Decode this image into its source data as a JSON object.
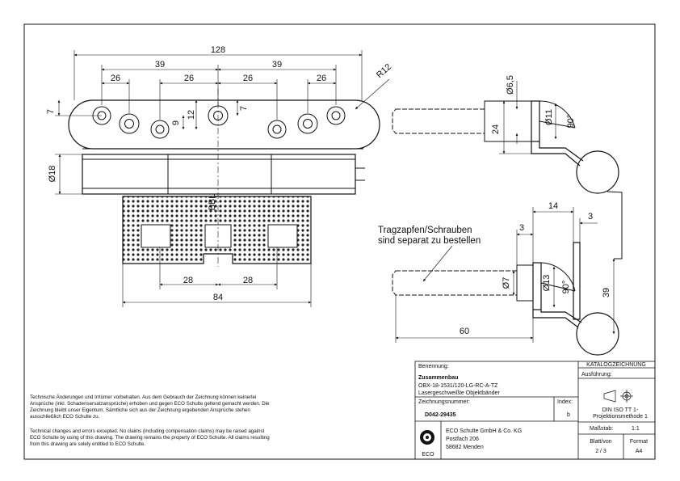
{
  "dims": {
    "total_length": "128",
    "half_left": "39",
    "half_right": "39",
    "pitch_1": "26",
    "pitch_2": "26",
    "pitch_3": "26",
    "pitch_4": "26",
    "radius": "R12",
    "left_offset": "7",
    "hole_offset_a": "9",
    "hole_offset_b": "12",
    "hole_offset_c": "7",
    "barrel_dia": "Ø18",
    "bbl": "BBL",
    "plate_slot_left": "28",
    "plate_slot_right": "28",
    "plate_width": "84",
    "side_hole_dia": "Ø6,5",
    "side_counterbore": "Ø11",
    "side_angle": "90°",
    "side_height": "24",
    "lower_gap_top": "14",
    "lower_thickness_l": "3",
    "lower_thickness_r": "3",
    "lower_pin_dia": "Ø7",
    "lower_counterbore": "Ø13",
    "lower_angle": "90°",
    "lower_height": "39",
    "lower_length": "60"
  },
  "callout": {
    "line1": "Tragzapfen/Schrauben",
    "line2": "sind separat zu bestellen"
  },
  "notes": {
    "de": "Technische Änderungen und Irrtümer vorbehalten. Aus dem Gebrauch der Zeichnung können keinerlei Ansprüche (inkl. Schadensersatzansprüche) erhoben und gegen ECO Schulte geltend gemacht werden. Die Zeichnung bleibt unser Eigentum. Sämtliche sich aus der Zeichnung ergebenden Ansprüche stehen ausschließlich ECO Schulte zu.",
    "en": "Technical changes and errors excepted. No claims (including compensation claims) may be raised against ECO Schulte by using of this drawing. The drawing remains the property of ECO Schulte. All claims resulting from this drawing are solely entitled to ECO Schulte."
  },
  "titleblock": {
    "label_name": "Benennung:",
    "name": "Zusammenbau",
    "model": "OBX-18-1531/120-LG-RC-A-TZ",
    "subtitle": "Lasergeschweißte Objektbänder",
    "label_drawing_no": "Zeichnungsnummer:",
    "drawing_no": "D042-29435",
    "label_index": "Index:",
    "index": "b",
    "company": "ECO Schulte GmbH & Co. KG",
    "address1": "Postfach 206",
    "address2": "58682 Menden",
    "logo_text": "ECO",
    "catalog": "KATALOGZEICHNUNG",
    "label_execution": "Ausführung:",
    "din_line1": "DIN ISO TT 1-",
    "din_line2": "Projektionsmethode 1",
    "label_scale": "Maßstab:",
    "scale": "1:1",
    "label_sheet": "Blatt/von",
    "sheet": "2 / 3",
    "label_format": "Format",
    "format": "A4"
  },
  "colors": {
    "line": "#111111",
    "hatch": "#222222",
    "paper": "#ffffff"
  }
}
